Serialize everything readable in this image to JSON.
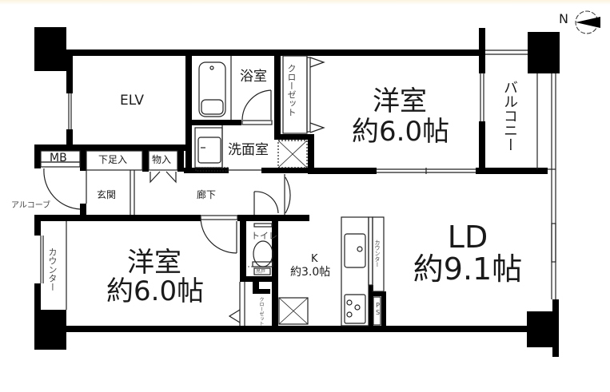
{
  "floorplan": {
    "compass": {
      "label": "N",
      "icon": "north-arrow-compass-icon"
    },
    "rooms": {
      "elv": {
        "label": "ELV"
      },
      "bath": {
        "label": "浴室"
      },
      "closet_top": {
        "label": "クローゼット"
      },
      "western_room_north": {
        "label": "洋室",
        "size": "約6.0帖"
      },
      "balcony": {
        "label": "バルコニー"
      },
      "washroom": {
        "label": "洗面室"
      },
      "laundry": {
        "label": "洗濯機置場"
      },
      "mb": {
        "label": "MB"
      },
      "shoe_box": {
        "label": "下足入"
      },
      "storage": {
        "label": "物入"
      },
      "entrance": {
        "label": "玄関"
      },
      "hallway": {
        "label": "廊下"
      },
      "alcove": {
        "label": "アルコーブ"
      },
      "counter_left": {
        "label": "カウンター"
      },
      "western_room_south": {
        "label": "洋室",
        "size": "約6.0帖"
      },
      "toilet": {
        "label": "トイレ",
        "cabinet": "吊戸"
      },
      "closet_small": {
        "label": "クローゼット"
      },
      "kitchen": {
        "label": "K",
        "size": "約3.0帖"
      },
      "counter_kitchen": {
        "label": "カウンター"
      },
      "ps": {
        "label": "PS"
      },
      "ld": {
        "label": "LD",
        "size": "約9.1帖"
      }
    },
    "colors": {
      "wall": "#000000",
      "line": "#333333",
      "background": "#ffffff"
    }
  }
}
